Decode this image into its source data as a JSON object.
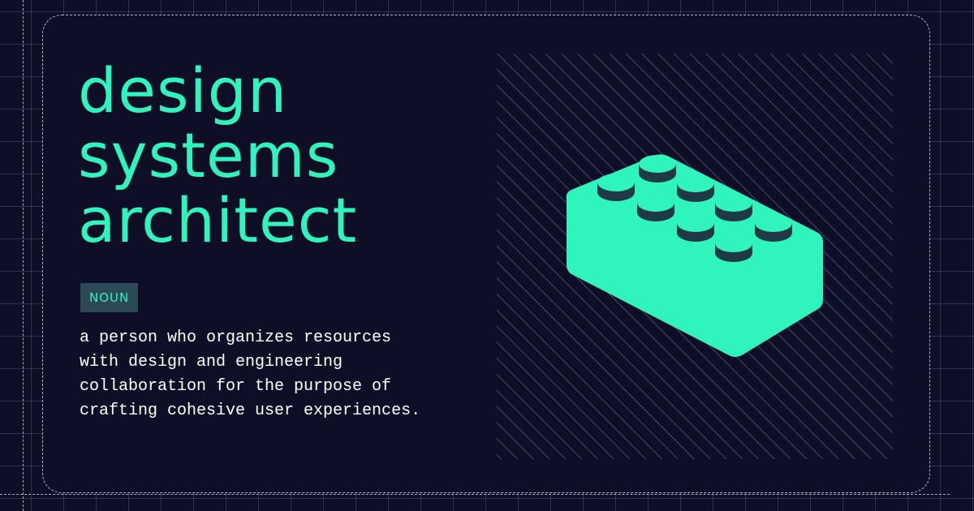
{
  "title": {
    "lines": [
      "design",
      "systems",
      "architect"
    ]
  },
  "badge": {
    "label": "NOUN"
  },
  "definition": {
    "lines": [
      "a person who organizes resources",
      "with design and engineering",
      "collaboration for the purpose of",
      "crafting cohesive user experiences."
    ]
  },
  "illustration": {
    "icon": "lego-brick-icon",
    "brick_color": "#2ff4bd",
    "stud_shadow_color": "#203a45",
    "hatch_color": "#50608a"
  },
  "colors": {
    "background": "#0f0e27",
    "accent": "#2ff4bd",
    "badge_background": "#2b4a55",
    "text": "#ffffff"
  }
}
